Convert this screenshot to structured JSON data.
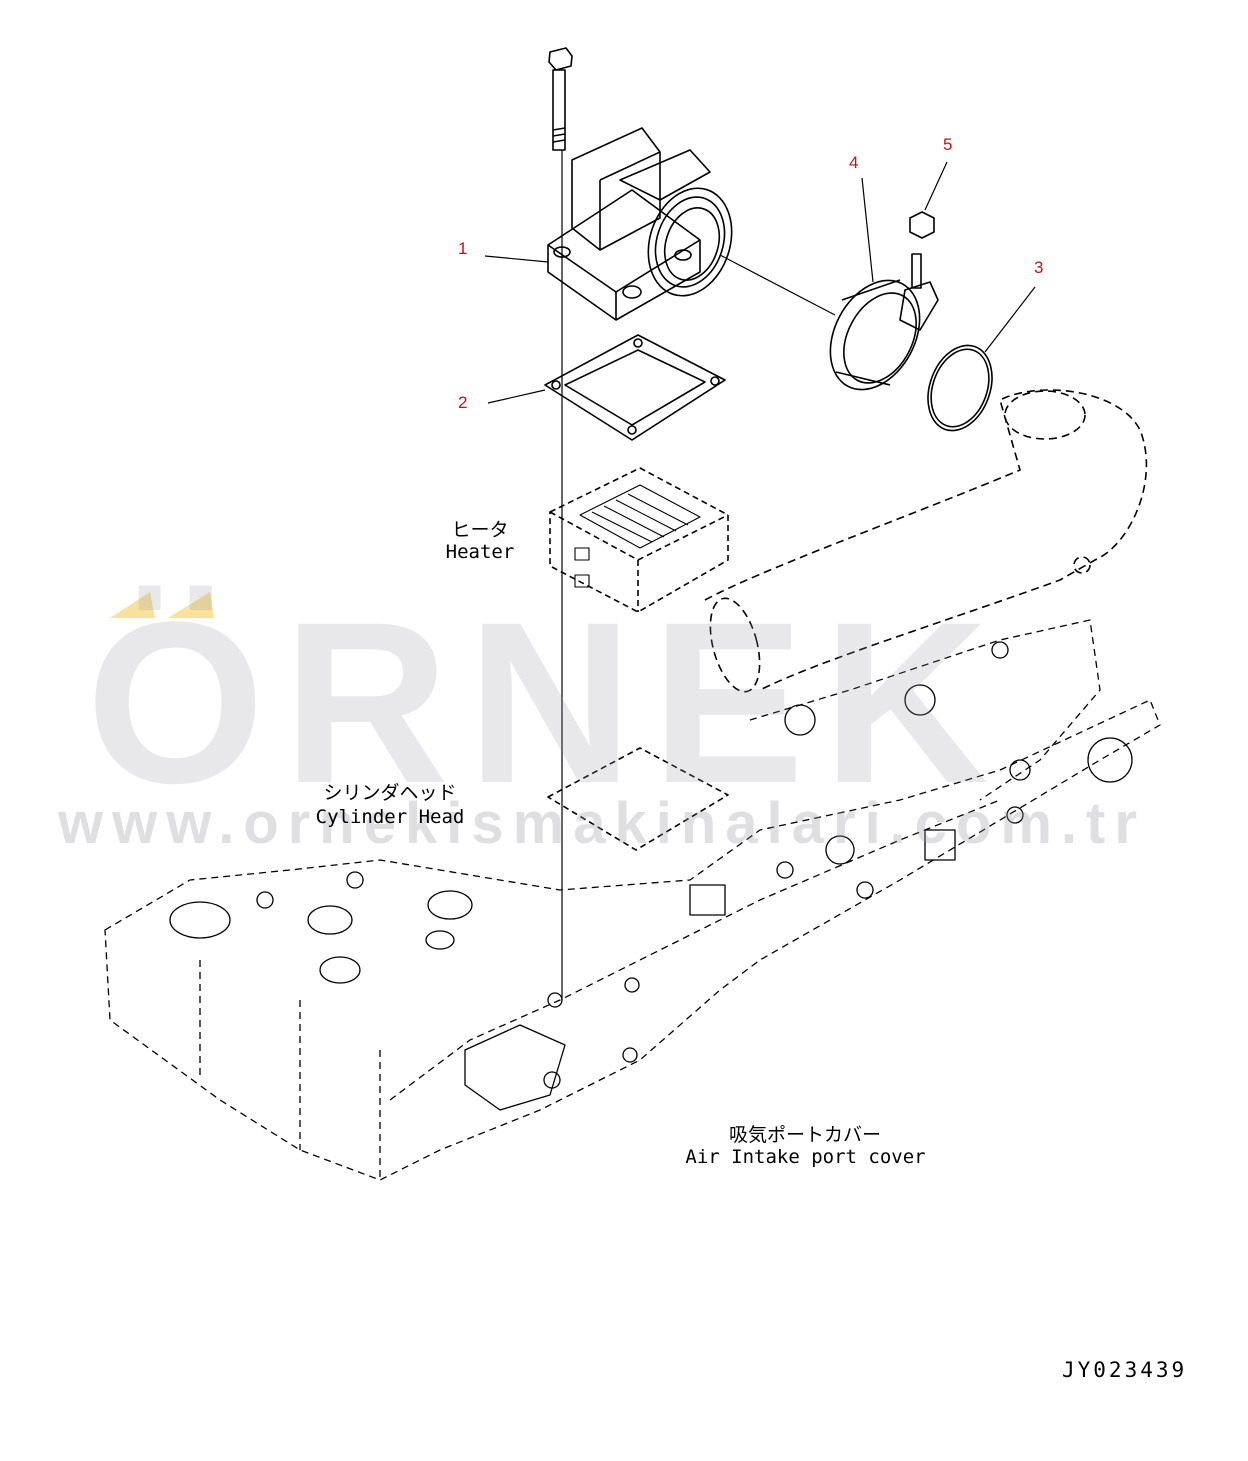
{
  "callouts": [
    {
      "id": "1",
      "color": "#c0141c"
    },
    {
      "id": "2",
      "color": "#c0141c"
    },
    {
      "id": "3",
      "color": "#c0141c"
    },
    {
      "id": "4",
      "color": "#c0141c"
    },
    {
      "id": "5",
      "color": "#c0141c"
    }
  ],
  "labels": {
    "heater_jp": "ヒータ",
    "heater_en": "Heater",
    "cylinder_head_jp": "シリンダヘッド",
    "cylinder_head_en": "Cylinder Head",
    "intake_cover_jp": "吸気ポートカバー",
    "intake_cover_en": "Air Intake port cover"
  },
  "drawing_code": "JY023439",
  "watermark": {
    "brand": "ÖRNEK",
    "url": "www.ornekismakinalari.com.tr",
    "accent_color": "#f2c94c"
  }
}
